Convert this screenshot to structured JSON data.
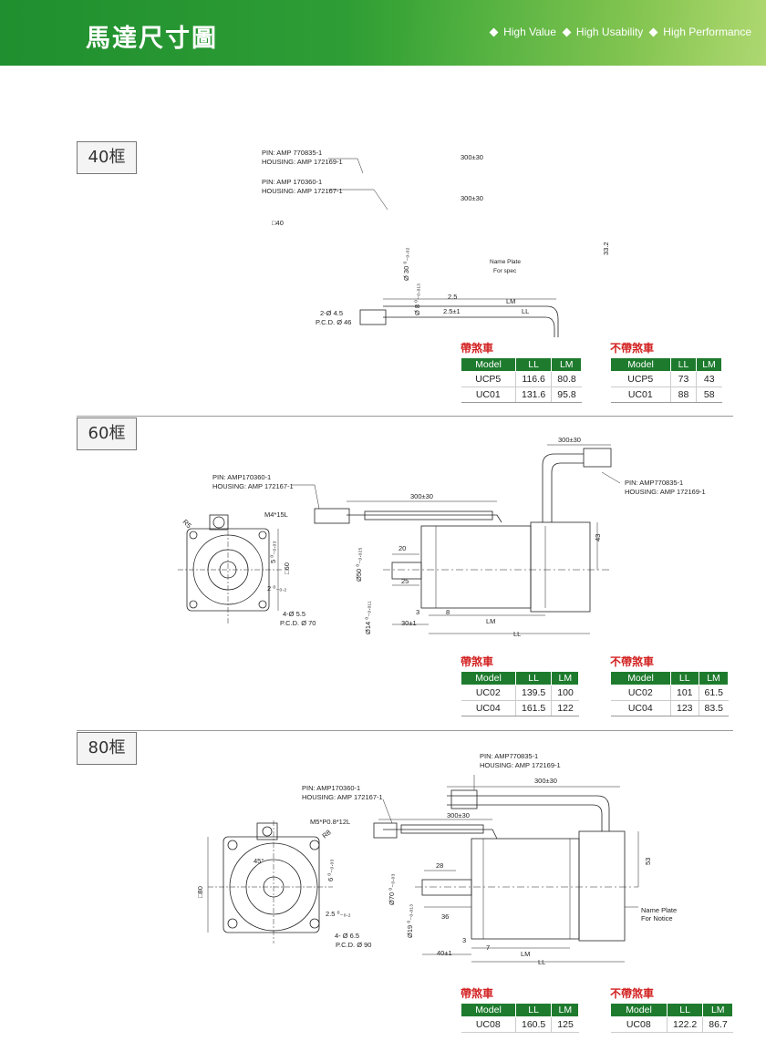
{
  "header": {
    "title": "馬達尺寸圖",
    "tags": [
      "High Value",
      "High Usability",
      "High Performance"
    ]
  },
  "sections": [
    {
      "label": "40框",
      "drawing": {
        "connector1_pin": "PIN: AMP 770835-1",
        "connector1_housing": "HOUSING: AMP 172169-1",
        "connector2_pin": "PIN: AMP 170360-1",
        "connector2_housing": "HOUSING: AMP 172167-1",
        "cable1": "300±30",
        "cable2": "300±30",
        "square": "□40",
        "holes": "2-Ø 4.5",
        "pcd": "P.C.D. Ø 46",
        "height": "33.2",
        "shaft_dia": "Ø 30 ⁰₋₀.₀₂",
        "shaft_small": "Ø 8 ⁰₋₀.₀₁₃",
        "d25": "2.5",
        "d25b": "2.5±1",
        "lm": "LM",
        "ll": "LL",
        "nameplate": "Name Plate",
        "nameplate2": "For spec"
      },
      "brake": {
        "title": "帶煞車",
        "headers": [
          "Model",
          "LL",
          "LM"
        ],
        "rows": [
          [
            "UCP5",
            "116.6",
            "80.8"
          ],
          [
            "UC01",
            "131.6",
            "95.8"
          ]
        ]
      },
      "nobrake": {
        "title": "不帶煞車",
        "headers": [
          "Model",
          "LL",
          "LM"
        ],
        "rows": [
          [
            "UCP5",
            "73",
            "43"
          ],
          [
            "UC01",
            "88",
            "58"
          ]
        ]
      }
    },
    {
      "label": "60框",
      "drawing": {
        "connector1_pin": "PIN: AMP770835-1",
        "connector1_housing": "HOUSING: AMP 172169-1",
        "connector2_pin": "PIN: AMP170360-1",
        "connector2_housing": "HOUSING: AMP 172167-1",
        "cable1": "300±30",
        "cable2": "300±30",
        "screw": "M4*15L",
        "r5": "R5",
        "square": "□60",
        "key5": "5 ⁰₋₀.₀₃",
        "key2": "2 ⁰₋₀.₂",
        "holes": "4-Ø 5.5",
        "pcd": "P.C.D. Ø 70",
        "height": "43",
        "shaft_dia": "Ø50 ⁰₋₀.₀₂₅",
        "shaft_small": "Ø14 ⁰₋₀.₀₁₁",
        "d20": "20",
        "d25": "25",
        "d3": "3",
        "d8": "8",
        "d30": "30±1",
        "lm": "LM",
        "ll": "LL"
      },
      "brake": {
        "title": "帶煞車",
        "headers": [
          "Model",
          "LL",
          "LM"
        ],
        "rows": [
          [
            "UC02",
            "139.5",
            "100"
          ],
          [
            "UC04",
            "161.5",
            "122"
          ]
        ]
      },
      "nobrake": {
        "title": "不帶煞車",
        "headers": [
          "Model",
          "LL",
          "LM"
        ],
        "rows": [
          [
            "UC02",
            "101",
            "61.5"
          ],
          [
            "UC04",
            "123",
            "83.5"
          ]
        ]
      }
    },
    {
      "label": "80框",
      "drawing": {
        "connector1_pin": "PIN: AMP770835-1",
        "connector1_housing": "HOUSING: AMP 172169-1",
        "connector2_pin": "PIN: AMP170360-1",
        "connector2_housing": "HOUSING: AMP 172167-1",
        "cable1": "300±30",
        "cable2": "300±30",
        "screw": "M5*P0.8*12L",
        "r8": "R8",
        "angle": "45°",
        "square": "□80",
        "key6": "6 ⁰₋₀.₀₃",
        "key25": "2.5 ⁰₋₀.₂",
        "holes": "4- Ø 6.5",
        "pcd": "P.C.D. Ø 90",
        "height": "53",
        "shaft_dia": "Ø70 ⁰₋₀.₀₃",
        "shaft_small": "Ø19 ⁰₋₀.₀₁₃",
        "d28": "28",
        "d36": "36",
        "d3": "3",
        "d7": "7",
        "d40": "40±1",
        "lm": "LM",
        "ll": "LL",
        "nameplate": "Name Plate",
        "nameplate2": "For Notice"
      },
      "brake": {
        "title": "帶煞車",
        "headers": [
          "Model",
          "LL",
          "LM"
        ],
        "rows": [
          [
            "UC08",
            "160.5",
            "125"
          ]
        ]
      },
      "nobrake": {
        "title": "不帶煞車",
        "headers": [
          "Model",
          "LL",
          "LM"
        ],
        "rows": [
          [
            "UC08",
            "122.2",
            "86.7"
          ]
        ]
      }
    }
  ]
}
